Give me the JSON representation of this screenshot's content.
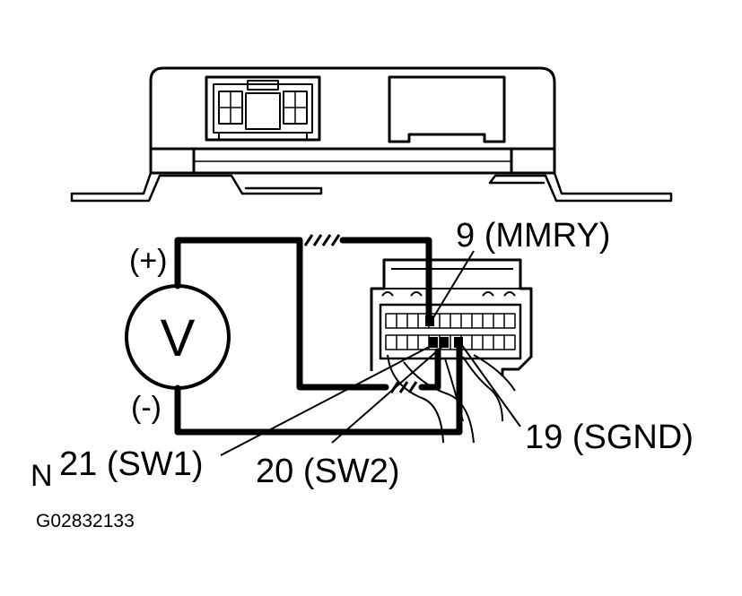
{
  "meter": {
    "symbol": "V",
    "positive_label": "(+)",
    "negative_label": "(-)"
  },
  "terminals": {
    "mmry": "9 (MMRY)",
    "sgnd": "19 (SGND)",
    "sw1": "21 (SW1)",
    "sw2": "20 (SW2)"
  },
  "view_marker": "N",
  "figure_code": "G02832133",
  "colors": {
    "ink": "#000000",
    "background": "#ffffff"
  }
}
